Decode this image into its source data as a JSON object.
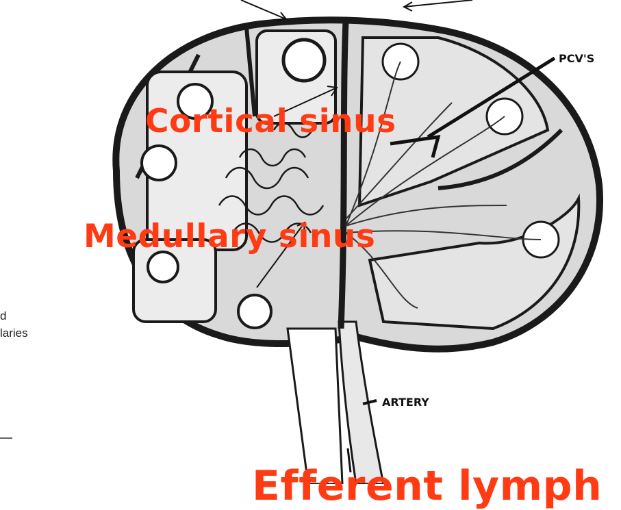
{
  "labels": {
    "cortical_sinus": "Cortical sinus",
    "medullary_sinus": "Medullary sinus",
    "efferent_partial": "Efferent lymph",
    "pcvs": "PCV'S",
    "artery": "ARTERY",
    "left_fragment_1": "d",
    "left_fragment_2": "laries"
  },
  "colors": {
    "callout": "#ff3b14",
    "ink": "#1a1a1a",
    "tissue": "#d9d9d9",
    "sinus": "#f4f4f4"
  }
}
